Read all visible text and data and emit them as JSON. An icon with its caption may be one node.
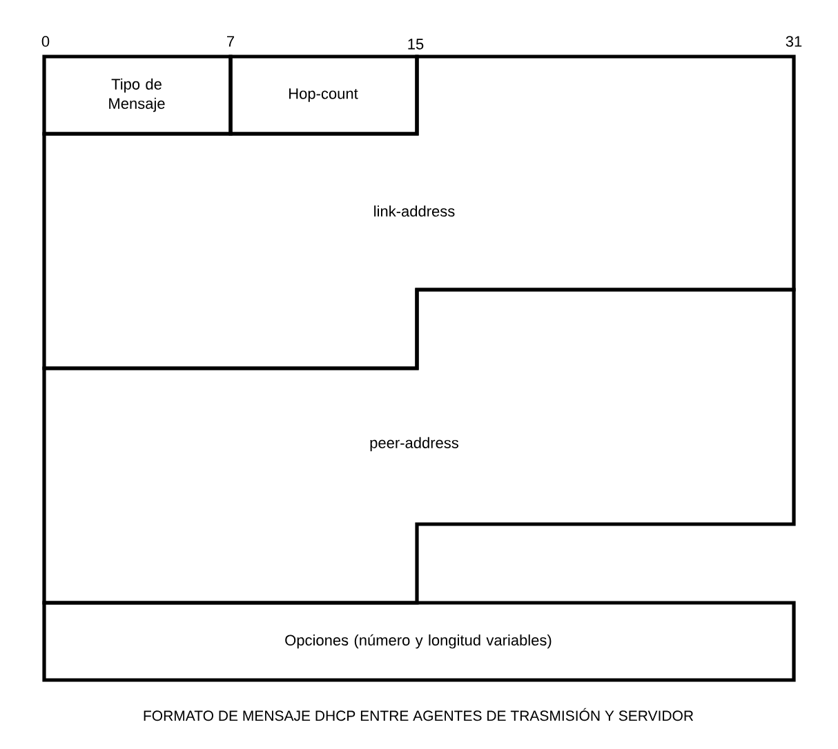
{
  "diagram": {
    "caption": "FORMATO DE MENSAJE DHCP ENTRE AGENTES DE TRASMISIÓN Y SERVIDOR",
    "nodes": [
      {
        "text": [
          "Tipo de Mensaje"
        ]
      },
      {
        "text": [
          "Hop-count"
        ]
      },
      {
        "text": [
          "link-address"
        ]
      },
      {
        "text": [
          "peer-address"
        ]
      },
      {
        "text": [
          "Opciones (número y longitud variables)"
        ]
      }
    ],
    "labels": [
      "0",
      "7",
      "15",
      "31"
    ]
  }
}
